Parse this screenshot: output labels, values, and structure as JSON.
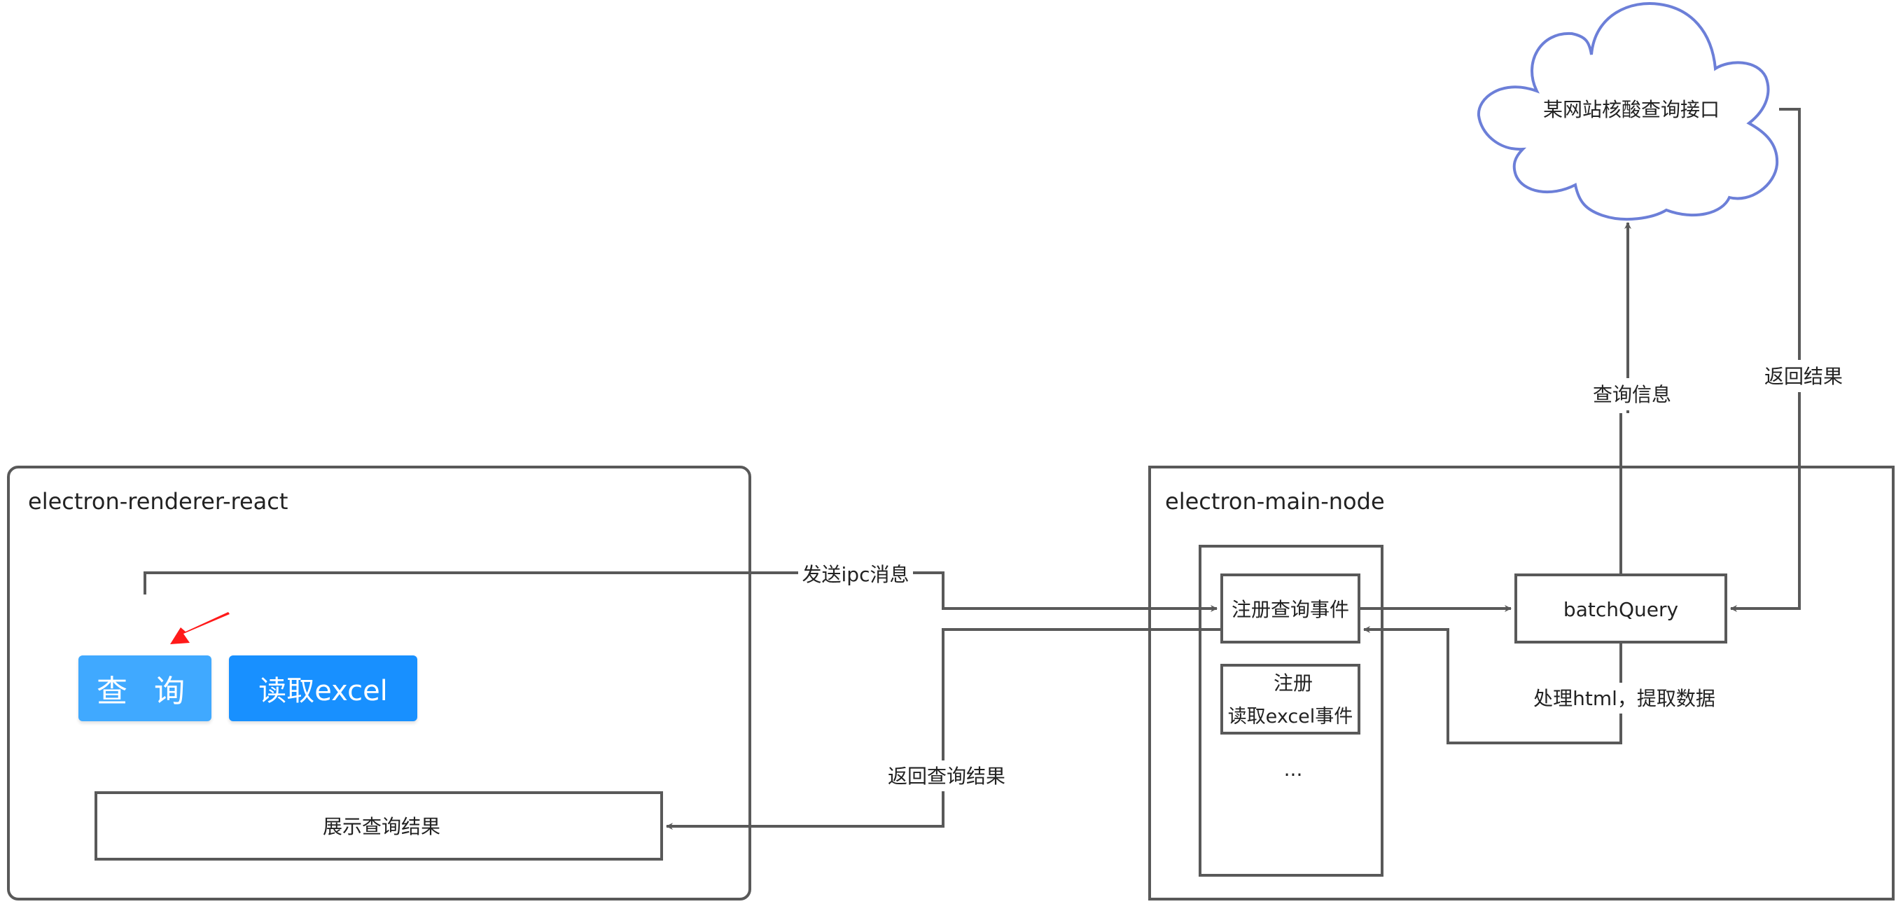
{
  "colors": {
    "line": "#595959",
    "cloud_stroke": "#6c7fd8",
    "query_button": "#40a9ff",
    "excel_button": "#1890ff",
    "pointer_arrow": "#ff1a1a"
  },
  "renderer": {
    "title": "electron-renderer-react",
    "query_button": "查 询",
    "excel_button": "读取excel",
    "result_box": "展示查询结果"
  },
  "main": {
    "title": "electron-main-node",
    "register_query": "注册查询事件",
    "register_excel_line1": "注册",
    "register_excel_line2": "读取excel事件",
    "more": "...",
    "batch_query": "batchQuery"
  },
  "cloud": {
    "label": "某网站核酸查询接口"
  },
  "edges": {
    "send_ipc": "发送ipc消息",
    "return_query_result": "返回查询结果",
    "process_html": "处理html，提取数据",
    "query_info": "查询信息",
    "return_result": "返回结果"
  }
}
